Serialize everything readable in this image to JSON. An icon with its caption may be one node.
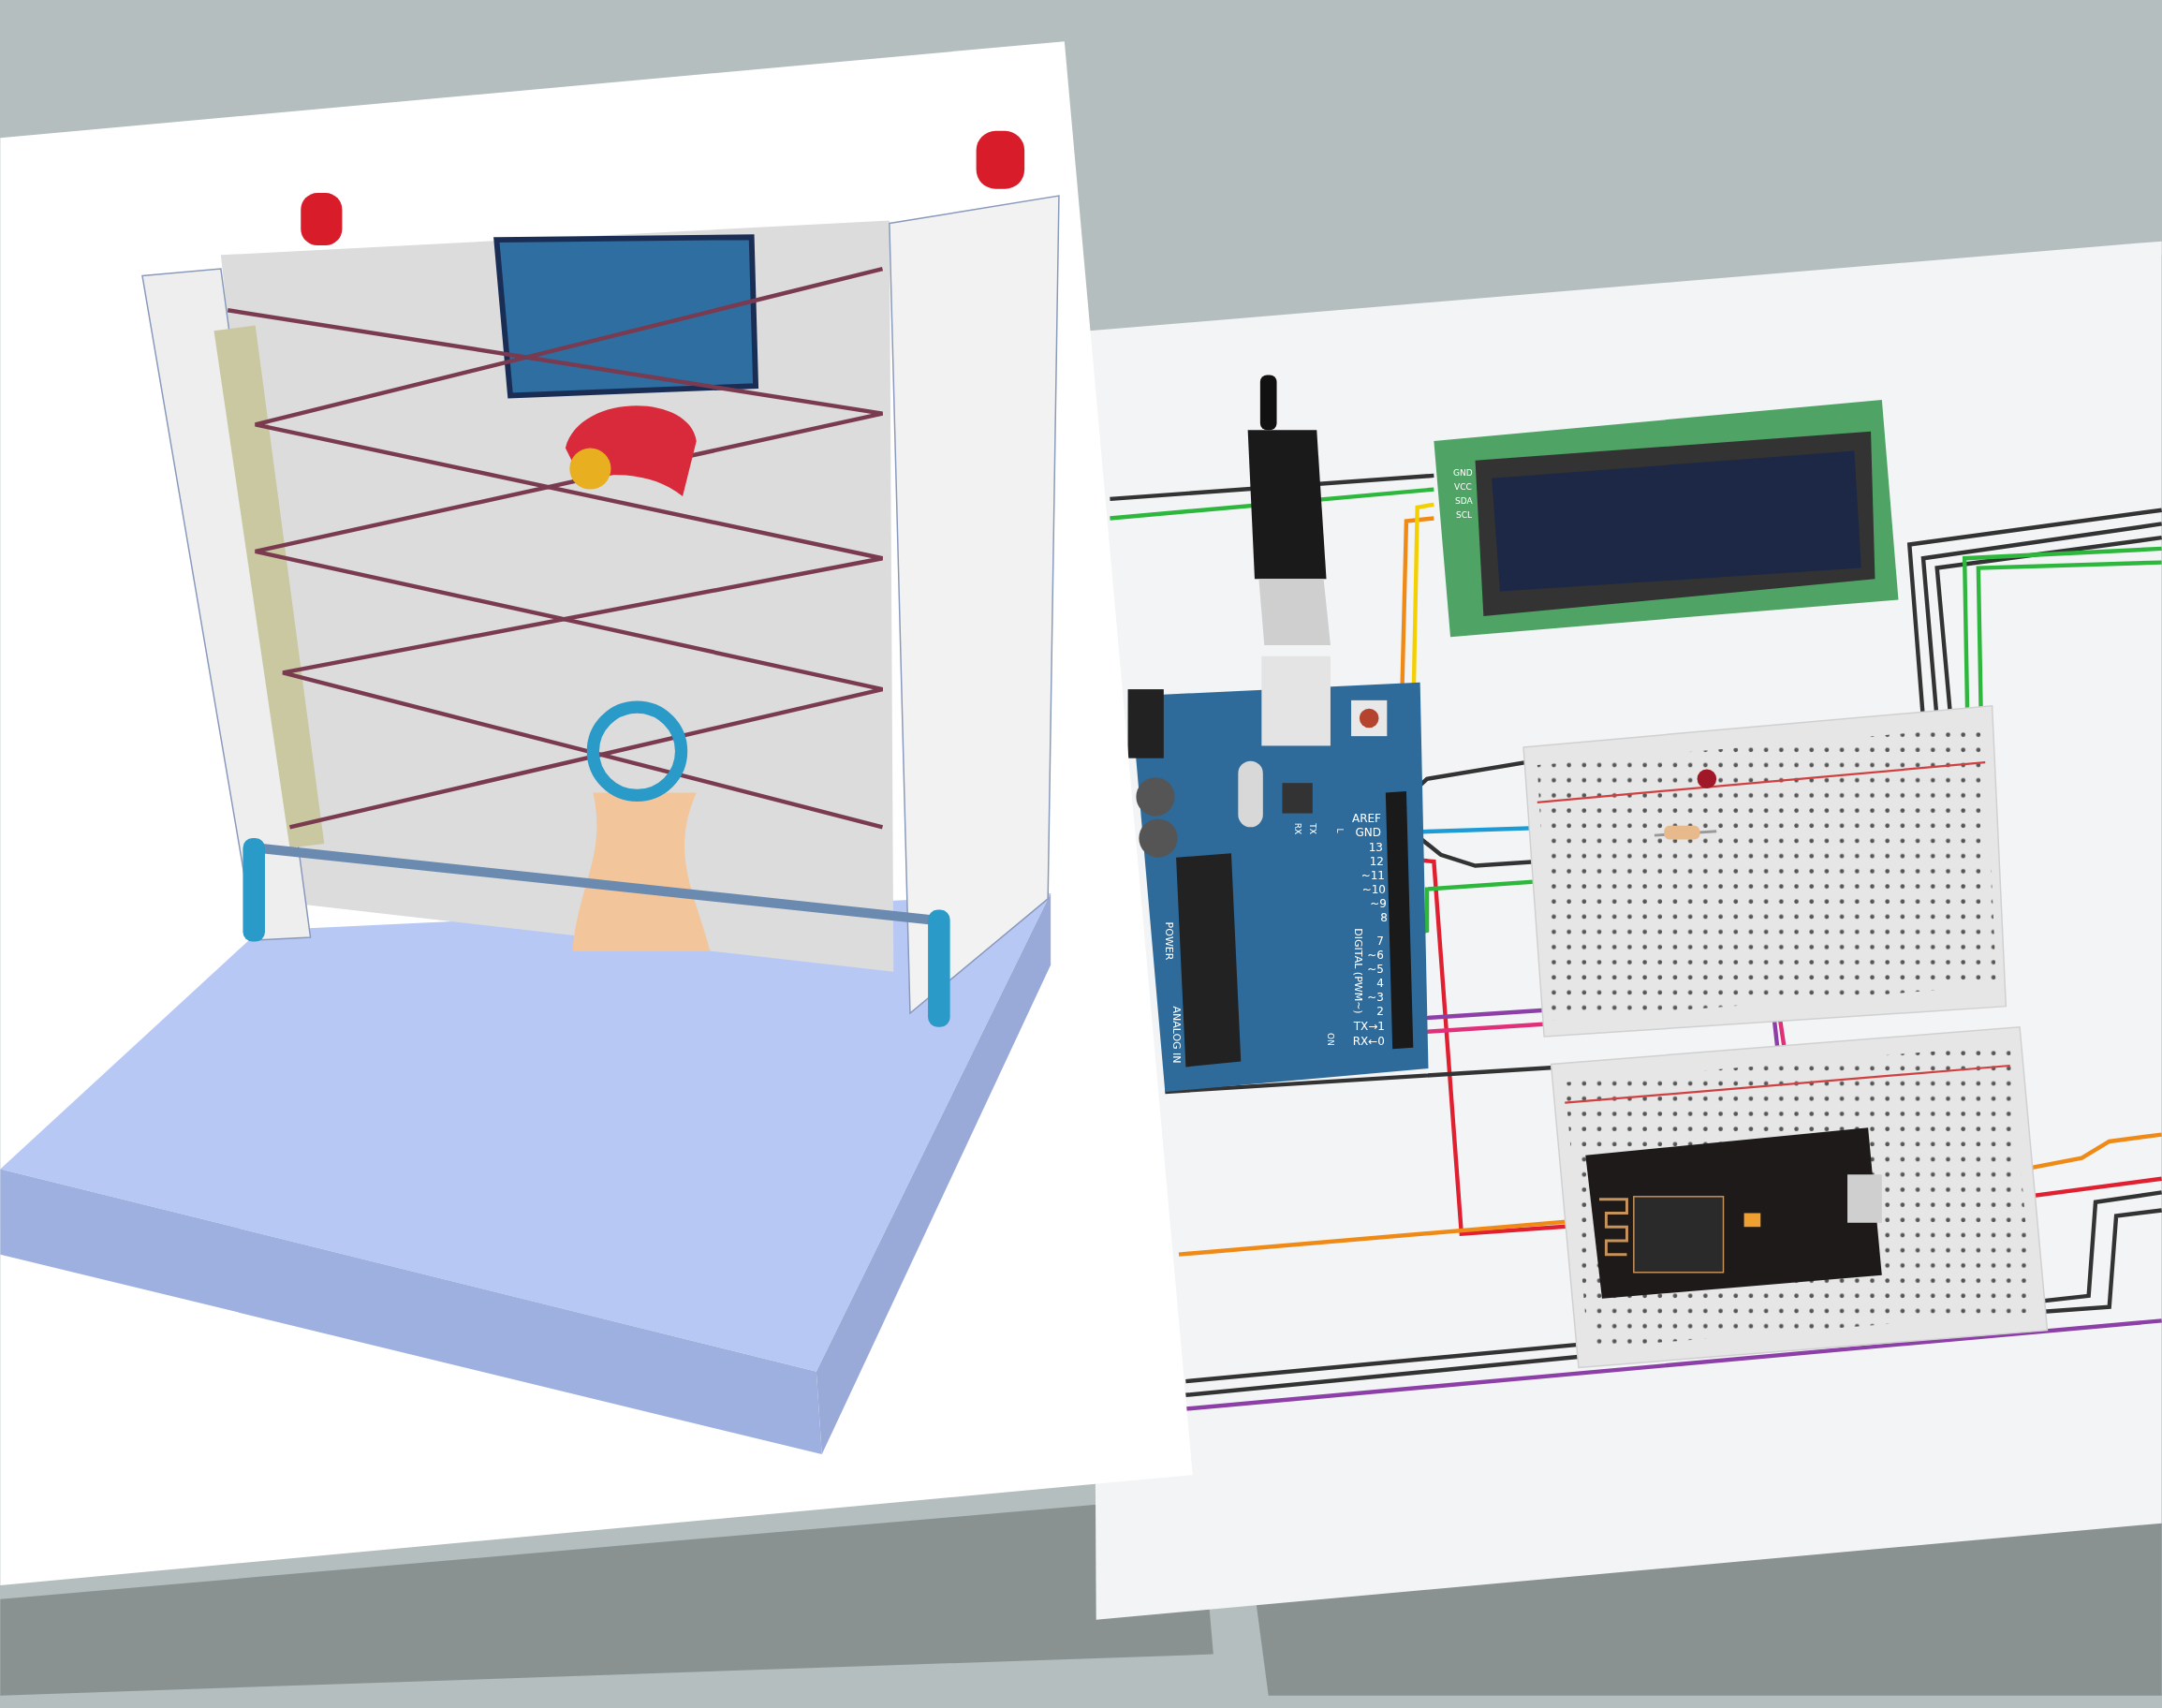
{
  "diagram": {
    "labels": [
      "GND",
      "VCC",
      "SDA",
      "SCL",
      "RX",
      "TX",
      "L",
      "AREF",
      "GND",
      "13",
      "12",
      "~11",
      "~10",
      "~9",
      "8",
      "DIGITAL (PWM~)",
      "7",
      "~6",
      "~5",
      "4",
      "~3",
      "2",
      "TX→1",
      "RX←0",
      "POWER",
      "ANALOG IN",
      "ON"
    ]
  }
}
